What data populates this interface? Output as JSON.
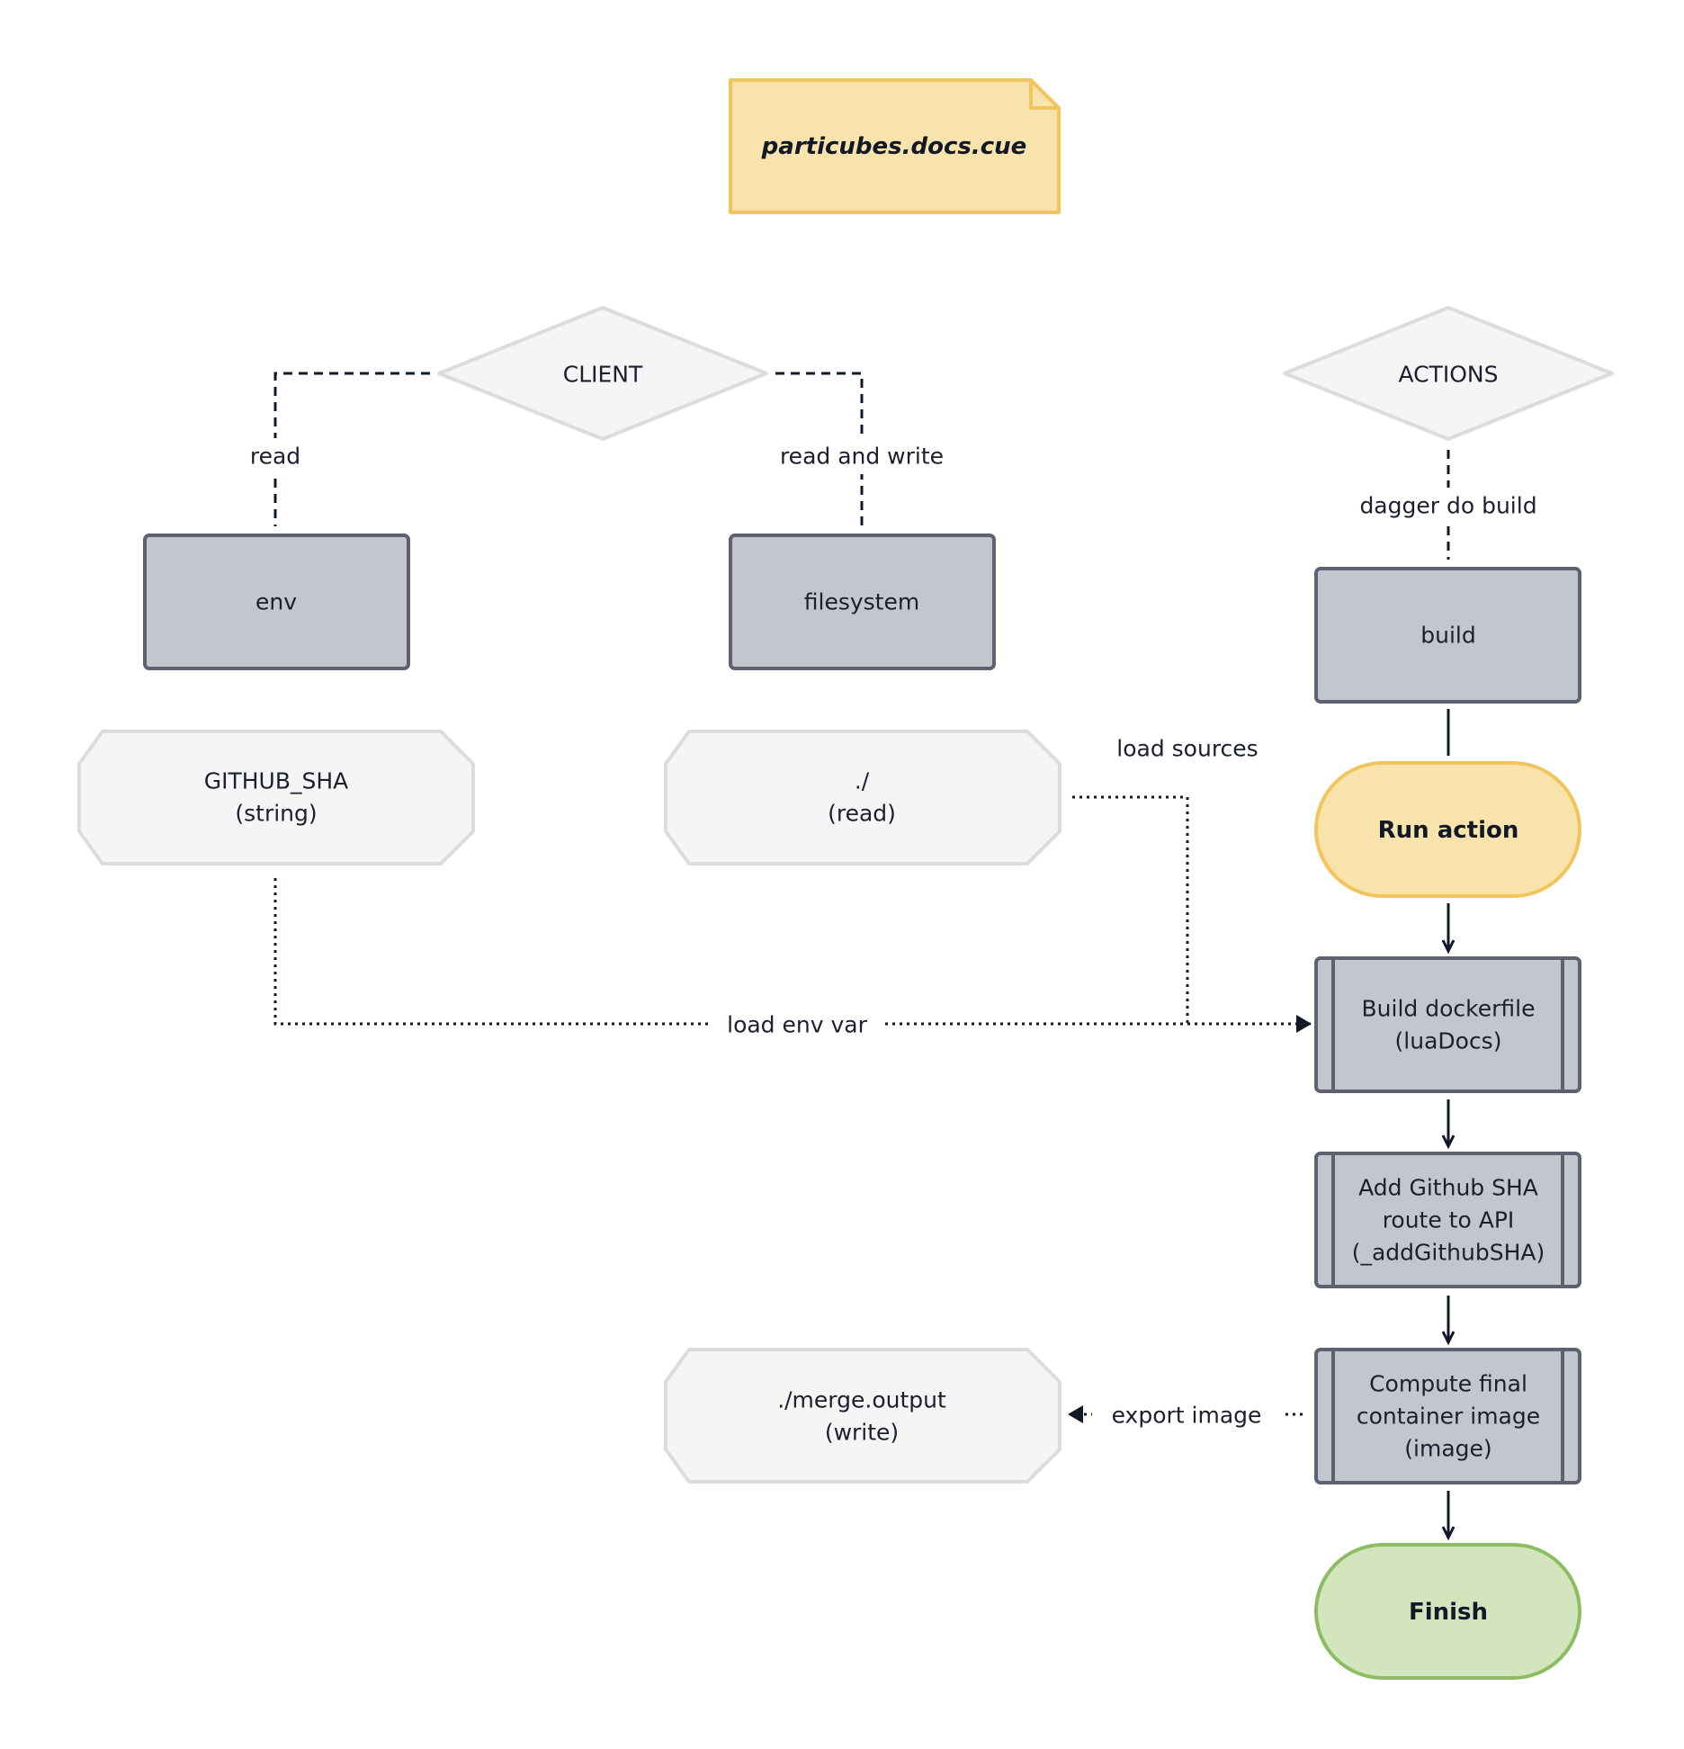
{
  "title": "particubes.docs.cue",
  "nodes": {
    "client": "CLIENT",
    "actions": "ACTIONS",
    "env": "env",
    "filesystem": "filesystem",
    "build": "build",
    "github_sha": [
      "GITHUB_SHA",
      "(string)"
    ],
    "read_dir": [
      "./",
      "(read)"
    ],
    "merge_output": [
      "./merge.output",
      "(write)"
    ],
    "run_action": "Run action",
    "build_dockerfile": [
      "Build dockerfile",
      "(luaDocs)"
    ],
    "add_github_sha": [
      "Add Github SHA",
      "route to API",
      "(_addGithubSHA)"
    ],
    "compute_image": [
      "Compute final",
      "container image",
      "(image)"
    ],
    "finish": "Finish"
  },
  "edges": {
    "read": "read",
    "read_and_write": "read and write",
    "dagger_do_build": "dagger do build",
    "load_sources": "load sources",
    "load_env_var": "load env var",
    "export_image": "export image"
  },
  "colors": {
    "note_fill": "#f8e3ad",
    "note_stroke": "#f1c45c",
    "box_fill": "#c4c6ce",
    "box_stroke": "#5d6170",
    "light_fill": "#f5f5f5",
    "light_stroke": "#dcdcdc",
    "run_fill": "#f8e3ad",
    "run_stroke": "#f1c45c",
    "finish_fill": "#d2e5bc",
    "finish_stroke": "#8dbd63",
    "line": "#111827"
  }
}
